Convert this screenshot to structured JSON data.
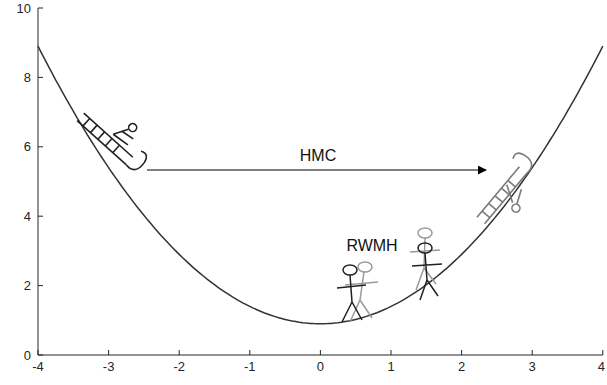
{
  "diagram": {
    "labels": [
      "10",
      "8",
      "6",
      "4",
      "2",
      "0",
      "-4",
      "-3",
      "-2",
      "-1",
      "0",
      "1",
      "2",
      "3",
      "4",
      "HMC",
      "RWMH"
    ]
  }
}
